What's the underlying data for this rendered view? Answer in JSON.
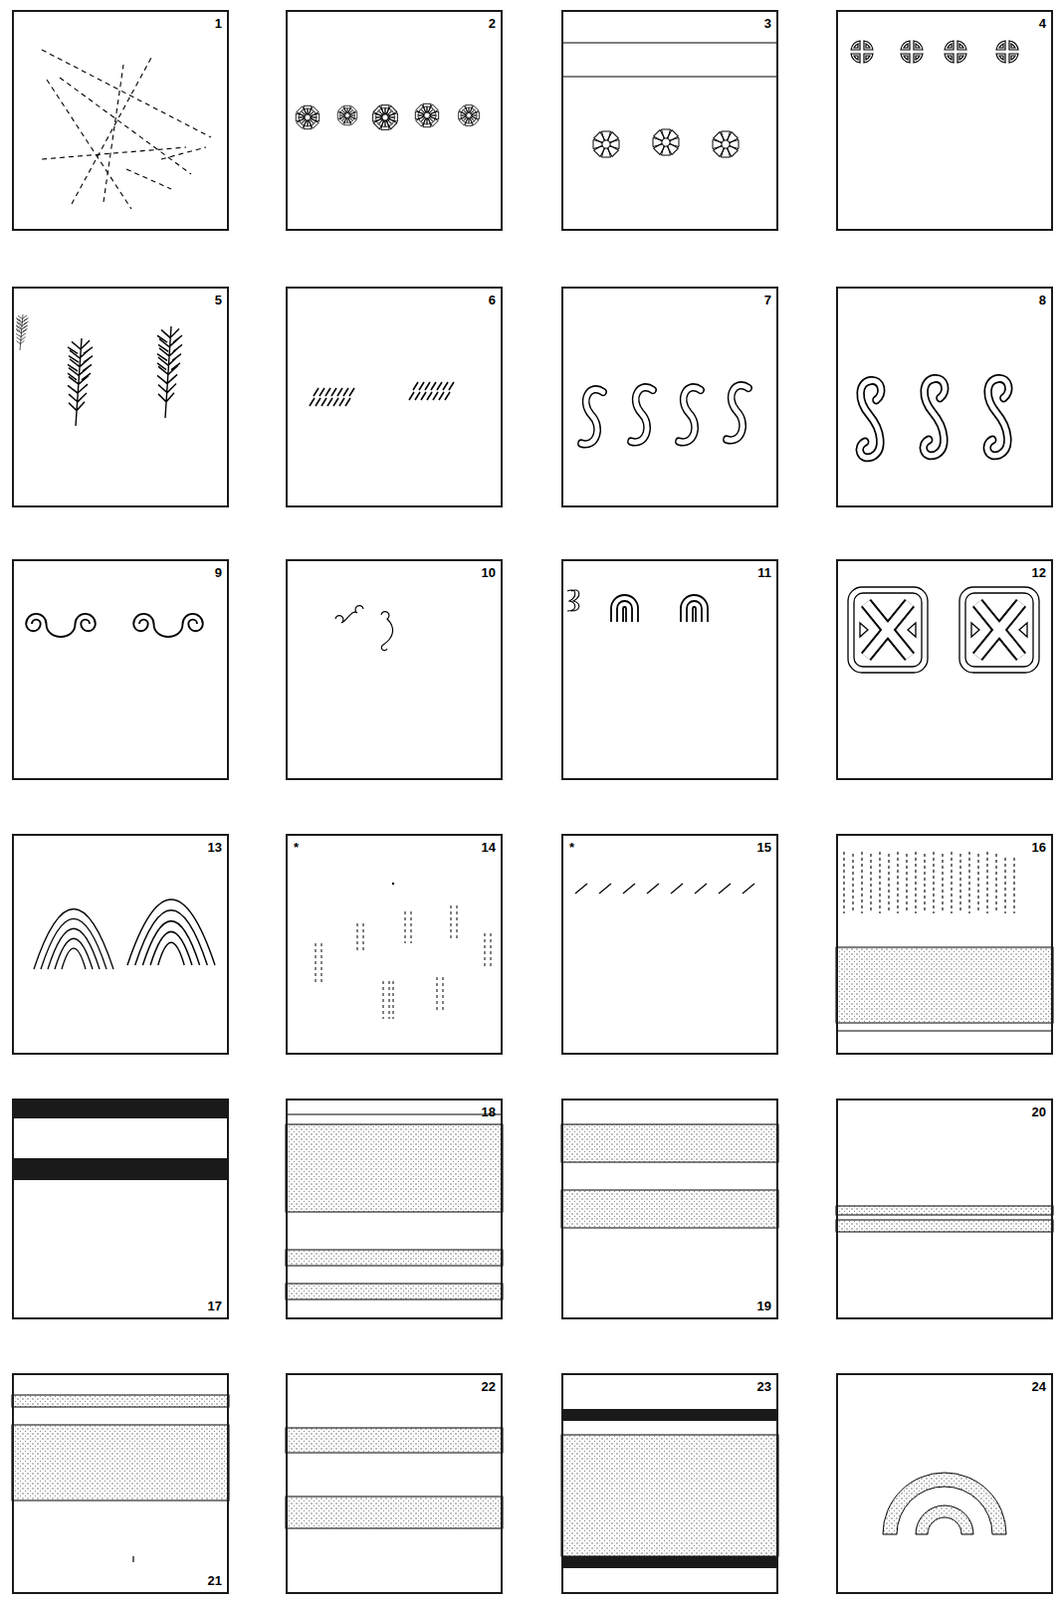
{
  "diagram": {
    "nodes": [
      {
        "text": [
          "1"
        ]
      },
      {
        "text": [
          "2"
        ]
      },
      {
        "text": [
          "3"
        ]
      },
      {
        "text": [
          "4"
        ]
      },
      {
        "text": [
          "5"
        ]
      },
      {
        "text": [
          "6"
        ]
      },
      {
        "text": [
          "7"
        ]
      },
      {
        "text": [
          "8"
        ]
      },
      {
        "text": [
          "9"
        ]
      },
      {
        "text": [
          "10"
        ]
      },
      {
        "text": [
          "11"
        ]
      },
      {
        "text": [
          "12"
        ]
      },
      {
        "text": [
          "13"
        ]
      },
      {
        "text": [
          "*",
          "14"
        ]
      },
      {
        "text": [
          "*",
          "15"
        ]
      },
      {
        "text": [
          "16"
        ]
      },
      {
        "text": [
          "17"
        ]
      },
      {
        "text": [
          "18"
        ]
      },
      {
        "text": [
          "19"
        ]
      },
      {
        "text": [
          "20"
        ]
      },
      {
        "text": [
          "21"
        ]
      },
      {
        "text": [
          "22"
        ]
      },
      {
        "text": [
          "23"
        ]
      },
      {
        "text": [
          "24"
        ]
      }
    ]
  }
}
